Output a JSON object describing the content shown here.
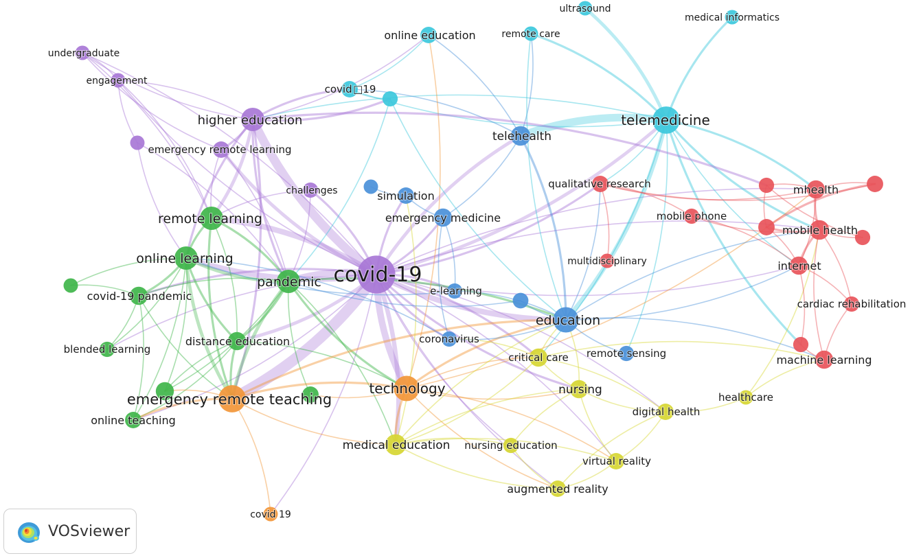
{
  "colors": {
    "red": "#e8545a",
    "green": "#3fb54a",
    "blue": "#4a90d9",
    "yellow": "#d6d632",
    "purple": "#a877d6",
    "cyan": "#3cc8dc",
    "orange": "#f29638"
  },
  "badge": {
    "text": "VOSviewer",
    "icon": "vosviewer-logo-icon"
  },
  "nodes": [
    {
      "id": "covid19",
      "label": "covid-19",
      "cluster": "purple",
      "weight": 10
    },
    {
      "id": "higher_education",
      "label": "higher education",
      "cluster": "purple",
      "weight": 4
    },
    {
      "id": "undergraduate",
      "label": "undergraduate",
      "cluster": "purple",
      "weight": 1
    },
    {
      "id": "engagement",
      "label": "engagement",
      "cluster": "purple",
      "weight": 1
    },
    {
      "id": "emergency_remote_learning",
      "label": "emergency remote learning",
      "cluster": "purple",
      "weight": 1.5
    },
    {
      "id": "challenges",
      "label": "challenges",
      "cluster": "purple",
      "weight": 1.2
    },
    {
      "id": "purple_unl",
      "label": "",
      "cluster": "purple",
      "weight": 1
    },
    {
      "id": "telemedicine",
      "label": "telemedicine",
      "cluster": "cyan",
      "weight": 6
    },
    {
      "id": "online_education_c",
      "label": "online education",
      "cluster": "cyan",
      "weight": 1.5
    },
    {
      "id": "remote_care",
      "label": "remote care",
      "cluster": "cyan",
      "weight": 1
    },
    {
      "id": "ultrasound",
      "label": "ultrasound",
      "cluster": "cyan",
      "weight": 1
    },
    {
      "id": "medical_informatics",
      "label": "medical informatics",
      "cluster": "cyan",
      "weight": 1
    },
    {
      "id": "covid_19_alt",
      "label": "covid □19",
      "cluster": "cyan",
      "weight": 1.5
    },
    {
      "id": "cyan_unl",
      "label": "",
      "cluster": "cyan",
      "weight": 1.2
    },
    {
      "id": "telehealth",
      "label": "telehealth",
      "cluster": "blue",
      "weight": 2.5
    },
    {
      "id": "simulation",
      "label": "simulation",
      "cluster": "blue",
      "weight": 1.5
    },
    {
      "id": "emergency_medicine",
      "label": "emergency medicine",
      "cluster": "blue",
      "weight": 2
    },
    {
      "id": "e_learning",
      "label": "e-learning",
      "cluster": "blue",
      "weight": 1.2
    },
    {
      "id": "education",
      "label": "education",
      "cluster": "blue",
      "weight": 5
    },
    {
      "id": "coronavirus",
      "label": "coronavirus",
      "cluster": "blue",
      "weight": 1.2
    },
    {
      "id": "remote_sensing",
      "label": "remote sensing",
      "cluster": "blue",
      "weight": 1.2
    },
    {
      "id": "blue_unl1",
      "label": "",
      "cluster": "blue",
      "weight": 1
    },
    {
      "id": "blue_unl2",
      "label": "",
      "cluster": "blue",
      "weight": 1.3
    },
    {
      "id": "remote_learning",
      "label": "remote learning",
      "cluster": "green",
      "weight": 4
    },
    {
      "id": "online_learning",
      "label": "online learning",
      "cluster": "green",
      "weight": 4
    },
    {
      "id": "pandemic",
      "label": "pandemic",
      "cluster": "green",
      "weight": 4
    },
    {
      "id": "covid19_pandemic",
      "label": "covid-19 pandemic",
      "cluster": "green",
      "weight": 2
    },
    {
      "id": "blended_learning",
      "label": "blended learning",
      "cluster": "green",
      "weight": 1.2
    },
    {
      "id": "distance_education",
      "label": "distance education",
      "cluster": "green",
      "weight": 2
    },
    {
      "id": "online_teaching",
      "label": "online teaching",
      "cluster": "green",
      "weight": 1.5
    },
    {
      "id": "green_unl1",
      "label": "",
      "cluster": "green",
      "weight": 1
    },
    {
      "id": "green_unl2",
      "label": "",
      "cluster": "green",
      "weight": 2
    },
    {
      "id": "green_unl3",
      "label": "",
      "cluster": "green",
      "weight": 1.5
    },
    {
      "id": "emergency_remote_teaching",
      "label": "emergency remote teaching",
      "cluster": "orange",
      "weight": 6
    },
    {
      "id": "technology",
      "label": "technology",
      "cluster": "orange",
      "weight": 5
    },
    {
      "id": "covid_19_space",
      "label": "covid 19",
      "cluster": "orange",
      "weight": 1
    },
    {
      "id": "medical_education",
      "label": "medical education",
      "cluster": "yellow",
      "weight": 3
    },
    {
      "id": "nursing_education",
      "label": "nursing education",
      "cluster": "yellow",
      "weight": 1.2
    },
    {
      "id": "augmented_reality",
      "label": "augmented reality",
      "cluster": "yellow",
      "weight": 1.5
    },
    {
      "id": "virtual_reality",
      "label": "virtual reality",
      "cluster": "yellow",
      "weight": 1.5
    },
    {
      "id": "digital_health",
      "label": "digital health",
      "cluster": "yellow",
      "weight": 1.5
    },
    {
      "id": "healthcare",
      "label": "healthcare",
      "cluster": "yellow",
      "weight": 1
    },
    {
      "id": "nursing",
      "label": "nursing",
      "cluster": "yellow",
      "weight": 2
    },
    {
      "id": "critical_care",
      "label": "critical care",
      "cluster": "yellow",
      "weight": 2
    },
    {
      "id": "qualitative_research",
      "label": "qualitative research",
      "cluster": "red",
      "weight": 1.5
    },
    {
      "id": "mhealth",
      "label": "mhealth",
      "cluster": "red",
      "weight": 2
    },
    {
      "id": "mobile_phone",
      "label": "mobile phone",
      "cluster": "red",
      "weight": 1.2
    },
    {
      "id": "mobile_health",
      "label": "mobile health",
      "cluster": "red",
      "weight": 2.5
    },
    {
      "id": "internet",
      "label": "internet",
      "cluster": "red",
      "weight": 2
    },
    {
      "id": "multidisciplinary",
      "label": "multidisciplinary",
      "cluster": "red",
      "weight": 1
    },
    {
      "id": "cardiac_rehabilitation",
      "label": "cardiac rehabilitation",
      "cluster": "red",
      "weight": 1.2
    },
    {
      "id": "machine_learning",
      "label": "machine learning",
      "cluster": "red",
      "weight": 2
    },
    {
      "id": "red_unl1",
      "label": "",
      "cluster": "red",
      "weight": 1.2
    },
    {
      "id": "red_unl2",
      "label": "",
      "cluster": "red",
      "weight": 1.5
    },
    {
      "id": "red_unl3",
      "label": "",
      "cluster": "red",
      "weight": 1.5
    },
    {
      "id": "red_unl4",
      "label": "",
      "cluster": "red",
      "weight": 1.2
    },
    {
      "id": "red_unl5",
      "label": "",
      "cluster": "red",
      "weight": 1.2
    }
  ],
  "links": [
    [
      "covid19",
      "higher_education",
      8
    ],
    [
      "covid19",
      "remote_learning",
      5
    ],
    [
      "covid19",
      "online_learning",
      5
    ],
    [
      "covid19",
      "pandemic",
      6
    ],
    [
      "covid19",
      "emergency_remote_teaching",
      10
    ],
    [
      "covid19",
      "technology",
      6
    ],
    [
      "covid19",
      "medical_education",
      4
    ],
    [
      "covid19",
      "education",
      5
    ],
    [
      "covid19",
      "telehealth",
      3
    ],
    [
      "covid19",
      "telemedicine",
      3
    ],
    [
      "covid19",
      "emergency_remote_learning",
      3
    ],
    [
      "covid19",
      "challenges",
      2
    ],
    [
      "covid19",
      "simulation",
      2
    ],
    [
      "covid19",
      "emergency_medicine",
      2
    ],
    [
      "covid19",
      "e_learning",
      2
    ],
    [
      "covid19",
      "coronavirus",
      2
    ],
    [
      "covid19",
      "distance_education",
      3
    ],
    [
      "covid19",
      "covid19_pandemic",
      2
    ],
    [
      "covid19",
      "critical_care",
      2
    ],
    [
      "covid19",
      "nursing",
      2
    ],
    [
      "covid19",
      "digital_health",
      1
    ],
    [
      "covid19",
      "qualitative_research",
      2
    ],
    [
      "covid19",
      "mhealth",
      1
    ],
    [
      "covid19",
      "undergraduate",
      1
    ],
    [
      "covid19",
      "engagement",
      1
    ],
    [
      "covid19",
      "nursing_education",
      1
    ],
    [
      "covid19",
      "virtual_reality",
      1
    ],
    [
      "covid19",
      "augmented_reality",
      1
    ],
    [
      "covid19",
      "online_teaching",
      1
    ],
    [
      "covid19",
      "blended_learning",
      1
    ],
    [
      "covid19",
      "mobile_health",
      1
    ],
    [
      "covid19",
      "internet",
      1
    ],
    [
      "covid19",
      "covid_19_space",
      1
    ],
    [
      "telemedicine",
      "telehealth",
      7
    ],
    [
      "telemedicine",
      "education",
      4
    ],
    [
      "telemedicine",
      "ultrasound",
      3
    ],
    [
      "telemedicine",
      "medical_informatics",
      2
    ],
    [
      "telemedicine",
      "remote_care",
      2
    ],
    [
      "telemedicine",
      "mhealth",
      2
    ],
    [
      "telemedicine",
      "mobile_health",
      2
    ],
    [
      "telemedicine",
      "covid_19_alt",
      1
    ],
    [
      "telemedicine",
      "higher_education",
      1
    ],
    [
      "telemedicine",
      "qualitative_research",
      1
    ],
    [
      "telemedicine",
      "internet",
      1
    ],
    [
      "telemedicine",
      "critical_care",
      1
    ],
    [
      "telemedicine",
      "red_unl5",
      2
    ],
    [
      "telemedicine",
      "remote_sensing",
      1
    ],
    [
      "telehealth",
      "remote_care",
      1
    ],
    [
      "telehealth",
      "education",
      2
    ],
    [
      "telehealth",
      "covid_19_alt",
      1
    ],
    [
      "telehealth",
      "emergency_medicine",
      1
    ],
    [
      "telehealth",
      "online_education_c",
      1
    ],
    [
      "higher_education",
      "remote_learning",
      3
    ],
    [
      "higher_education",
      "online_learning",
      2
    ],
    [
      "higher_education",
      "covid_19_alt",
      2
    ],
    [
      "higher_education",
      "online_education_c",
      1
    ],
    [
      "higher_education",
      "emergency_remote_learning",
      2
    ],
    [
      "higher_education",
      "engagement",
      1
    ],
    [
      "higher_education",
      "undergraduate",
      1
    ],
    [
      "higher_education",
      "pandemic",
      2
    ],
    [
      "higher_education",
      "emergency_remote_teaching",
      2
    ],
    [
      "higher_education",
      "cyan_unl",
      2
    ],
    [
      "undergraduate",
      "engagement",
      1
    ],
    [
      "undergraduate",
      "emergency_remote_learning",
      1
    ],
    [
      "undergraduate",
      "remote_learning",
      1
    ],
    [
      "engagement",
      "purple_unl",
      1
    ],
    [
      "engagement",
      "remote_learning",
      1
    ],
    [
      "emergency_remote_learning",
      "remote_learning",
      1
    ],
    [
      "emergency_remote_learning",
      "pandemic",
      1
    ],
    [
      "purple_unl",
      "online_learning",
      1
    ],
    [
      "purple_unl",
      "pandemic",
      1
    ],
    [
      "remote_learning",
      "online_learning",
      2
    ],
    [
      "remote_learning",
      "pandemic",
      2
    ],
    [
      "remote_learning",
      "emergency_remote_teaching",
      2
    ],
    [
      "remote_learning",
      "distance_education",
      1
    ],
    [
      "online_learning",
      "pandemic",
      3
    ],
    [
      "online_learning",
      "covid19_pandemic",
      2
    ],
    [
      "online_learning",
      "emergency_remote_teaching",
      3
    ],
    [
      "online_learning",
      "blended_learning",
      1
    ],
    [
      "online_learning",
      "distance_education",
      2
    ],
    [
      "online_learning",
      "online_teaching",
      1
    ],
    [
      "online_learning",
      "green_unl1",
      1
    ],
    [
      "online_learning",
      "green_unl2",
      1
    ],
    [
      "pandemic",
      "emergency_remote_teaching",
      3
    ],
    [
      "pandemic",
      "distance_education",
      2
    ],
    [
      "pandemic",
      "technology",
      2
    ],
    [
      "pandemic",
      "education",
      2
    ],
    [
      "pandemic",
      "covid19_pandemic",
      1
    ],
    [
      "pandemic",
      "green_unl2",
      1
    ],
    [
      "pandemic",
      "green_unl3",
      1
    ],
    [
      "pandemic",
      "medical_education",
      1
    ],
    [
      "covid19_pandemic",
      "emergency_remote_teaching",
      1
    ],
    [
      "covid19_pandemic",
      "blended_learning",
      1
    ],
    [
      "covid19_pandemic",
      "green_unl1",
      1
    ],
    [
      "covid19_pandemic",
      "online_teaching",
      1
    ],
    [
      "distance_education",
      "emergency_remote_teaching",
      2
    ],
    [
      "distance_education",
      "online_teaching",
      1
    ],
    [
      "distance_education",
      "green_unl2",
      1
    ],
    [
      "distance_education",
      "technology",
      1
    ],
    [
      "emergency_remote_teaching",
      "online_teaching",
      2
    ],
    [
      "emergency_remote_teaching",
      "technology",
      2
    ],
    [
      "emergency_remote_teaching",
      "green_unl2",
      1
    ],
    [
      "emergency_remote_teaching",
      "covid_19_space",
      1
    ],
    [
      "emergency_remote_teaching",
      "medical_education",
      1
    ],
    [
      "emergency_remote_teaching",
      "education",
      2
    ],
    [
      "technology",
      "medical_education",
      2
    ],
    [
      "technology",
      "education",
      2
    ],
    [
      "technology",
      "nursing",
      1
    ],
    [
      "technology",
      "critical_care",
      1
    ],
    [
      "technology",
      "augmented_reality",
      1
    ],
    [
      "technology",
      "virtual_reality",
      1
    ],
    [
      "technology",
      "mhealth",
      1
    ],
    [
      "technology",
      "green_unl3",
      1
    ],
    [
      "technology",
      "online_education_c",
      1
    ],
    [
      "medical_education",
      "nursing_education",
      1
    ],
    [
      "medical_education",
      "augmented_reality",
      1
    ],
    [
      "medical_education",
      "virtual_reality",
      1
    ],
    [
      "medical_education",
      "critical_care",
      1
    ],
    [
      "medical_education",
      "nursing",
      1
    ],
    [
      "medical_education",
      "simulation",
      1
    ],
    [
      "medical_education",
      "education",
      1
    ],
    [
      "nursing_education",
      "augmented_reality",
      1
    ],
    [
      "nursing_education",
      "nursing",
      1
    ],
    [
      "augmented_reality",
      "virtual_reality",
      1
    ],
    [
      "augmented_reality",
      "digital_health",
      1
    ],
    [
      "virtual_reality",
      "digital_health",
      1
    ],
    [
      "virtual_reality",
      "nursing",
      1
    ],
    [
      "digital_health",
      "healthcare",
      1
    ],
    [
      "digital_health",
      "nursing",
      1
    ],
    [
      "digital_health",
      "critical_care",
      1
    ],
    [
      "healthcare",
      "machine_learning",
      1
    ],
    [
      "healthcare",
      "mobile_health",
      1
    ],
    [
      "nursing",
      "critical_care",
      1
    ],
    [
      "nursing",
      "education",
      1
    ],
    [
      "critical_care",
      "education",
      1
    ],
    [
      "critical_care",
      "coronavirus",
      1
    ],
    [
      "critical_care",
      "machine_learning",
      1
    ],
    [
      "education",
      "e_learning",
      1
    ],
    [
      "education",
      "coronavirus",
      1
    ],
    [
      "education",
      "remote_sensing",
      1
    ],
    [
      "education",
      "mobile_health",
      1
    ],
    [
      "education",
      "qualitative_research",
      1
    ],
    [
      "education",
      "blue_unl2",
      1
    ],
    [
      "education",
      "internet",
      1
    ],
    [
      "education",
      "machine_learning",
      1
    ],
    [
      "simulation",
      "emergency_medicine",
      1
    ],
    [
      "simulation",
      "blue_unl1",
      1
    ],
    [
      "emergency_medicine",
      "coronavirus",
      1
    ],
    [
      "emergency_medicine",
      "e_learning",
      1
    ],
    [
      "qualitative_research",
      "mhealth",
      1
    ],
    [
      "qualitative_research",
      "mobile_phone",
      1
    ],
    [
      "qualitative_research",
      "red_unl2",
      1
    ],
    [
      "qualitative_research",
      "multidisciplinary",
      1
    ],
    [
      "mhealth",
      "mobile_health",
      2
    ],
    [
      "mhealth",
      "red_unl2",
      1
    ],
    [
      "mhealth",
      "red_unl1",
      1
    ],
    [
      "mhealth",
      "internet",
      1
    ],
    [
      "mobile_phone",
      "mobile_health",
      1
    ],
    [
      "mobile_phone",
      "internet",
      1
    ],
    [
      "mobile_health",
      "internet",
      2
    ],
    [
      "mobile_health",
      "red_unl3",
      2
    ],
    [
      "mobile_health",
      "red_unl4",
      1
    ],
    [
      "mobile_health",
      "cardiac_rehabilitation",
      1
    ],
    [
      "mobile_health",
      "machine_learning",
      1
    ],
    [
      "internet",
      "cardiac_rehabilitation",
      1
    ],
    [
      "internet",
      "red_unl3",
      1
    ],
    [
      "internet",
      "red_unl5",
      1
    ],
    [
      "cardiac_rehabilitation",
      "machine_learning",
      1
    ],
    [
      "machine_learning",
      "red_unl5",
      1
    ],
    [
      "red_unl1",
      "red_unl3",
      1
    ],
    [
      "red_unl4",
      "red_unl1",
      1
    ],
    [
      "red_unl2",
      "red_unl3",
      2
    ],
    [
      "higher_education",
      "red_unl1",
      2
    ],
    [
      "covid_19_alt",
      "cyan_unl",
      1
    ],
    [
      "online_education_c",
      "covid_19_alt",
      1
    ],
    [
      "cyan_unl",
      "education",
      1
    ],
    [
      "cyan_unl",
      "pandemic",
      1
    ],
    [
      "remote_care",
      "education",
      1
    ],
    [
      "challenges",
      "pandemic",
      1
    ],
    [
      "challenges",
      "remote_learning",
      1
    ],
    [
      "blue_unl2",
      "pandemic",
      1
    ],
    [
      "coronavirus",
      "online_learning",
      1
    ],
    [
      "e_learning",
      "online_learning",
      1
    ]
  ]
}
